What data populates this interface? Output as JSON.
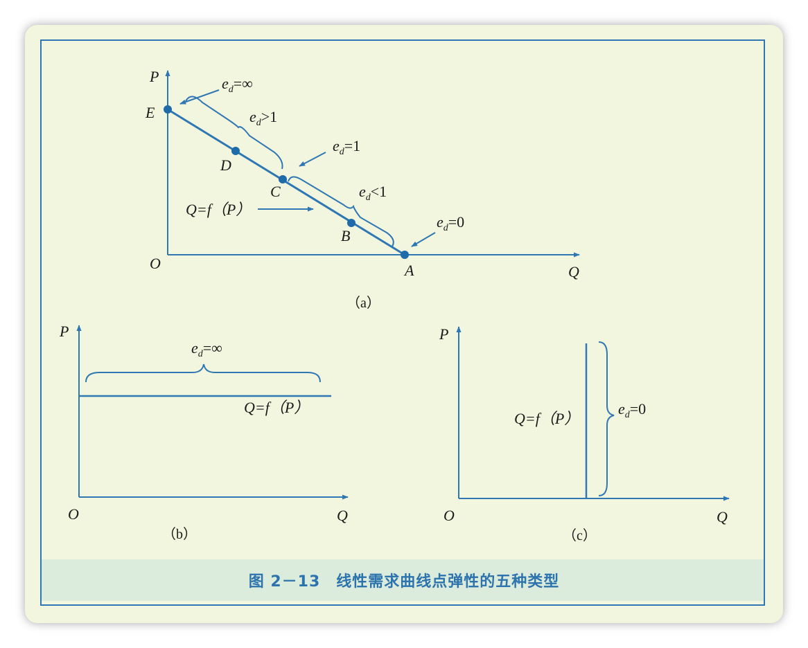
{
  "caption": "图 2－13　线性需求曲线点弹性的五种类型",
  "panels": {
    "a": {
      "label": "（a）",
      "axis": {
        "y": "P",
        "x": "Q",
        "origin": "O"
      },
      "points": {
        "E": "E",
        "D": "D",
        "C": "C",
        "B": "B",
        "A": "A"
      },
      "curve_label": "Q=f（P）",
      "elasticity": {
        "inf": {
          "e": "e",
          "sub": "d",
          "rest": "=∞"
        },
        "gt1": {
          "e": "e",
          "sub": "d",
          "rest": ">1"
        },
        "eq1": {
          "e": "e",
          "sub": "d",
          "rest": "=1"
        },
        "lt1": {
          "e": "e",
          "sub": "d",
          "rest": "<1"
        },
        "zero": {
          "e": "e",
          "sub": "d",
          "rest": "=0"
        }
      }
    },
    "b": {
      "label": "（b）",
      "axis": {
        "y": "P",
        "x": "Q",
        "origin": "O"
      },
      "curve_label": "Q=f（P）",
      "elasticity": {
        "e": "e",
        "sub": "d",
        "rest": "=∞"
      }
    },
    "c": {
      "label": "（c）",
      "axis": {
        "y": "P",
        "x": "Q",
        "origin": "O"
      },
      "curve_label": "Q=f（P）",
      "elasticity": {
        "e": "e",
        "sub": "d",
        "rest": "=0"
      }
    }
  },
  "colors": {
    "line": "#2f77b2",
    "text": "#1a1a1a",
    "caption": "#2d73ad"
  }
}
